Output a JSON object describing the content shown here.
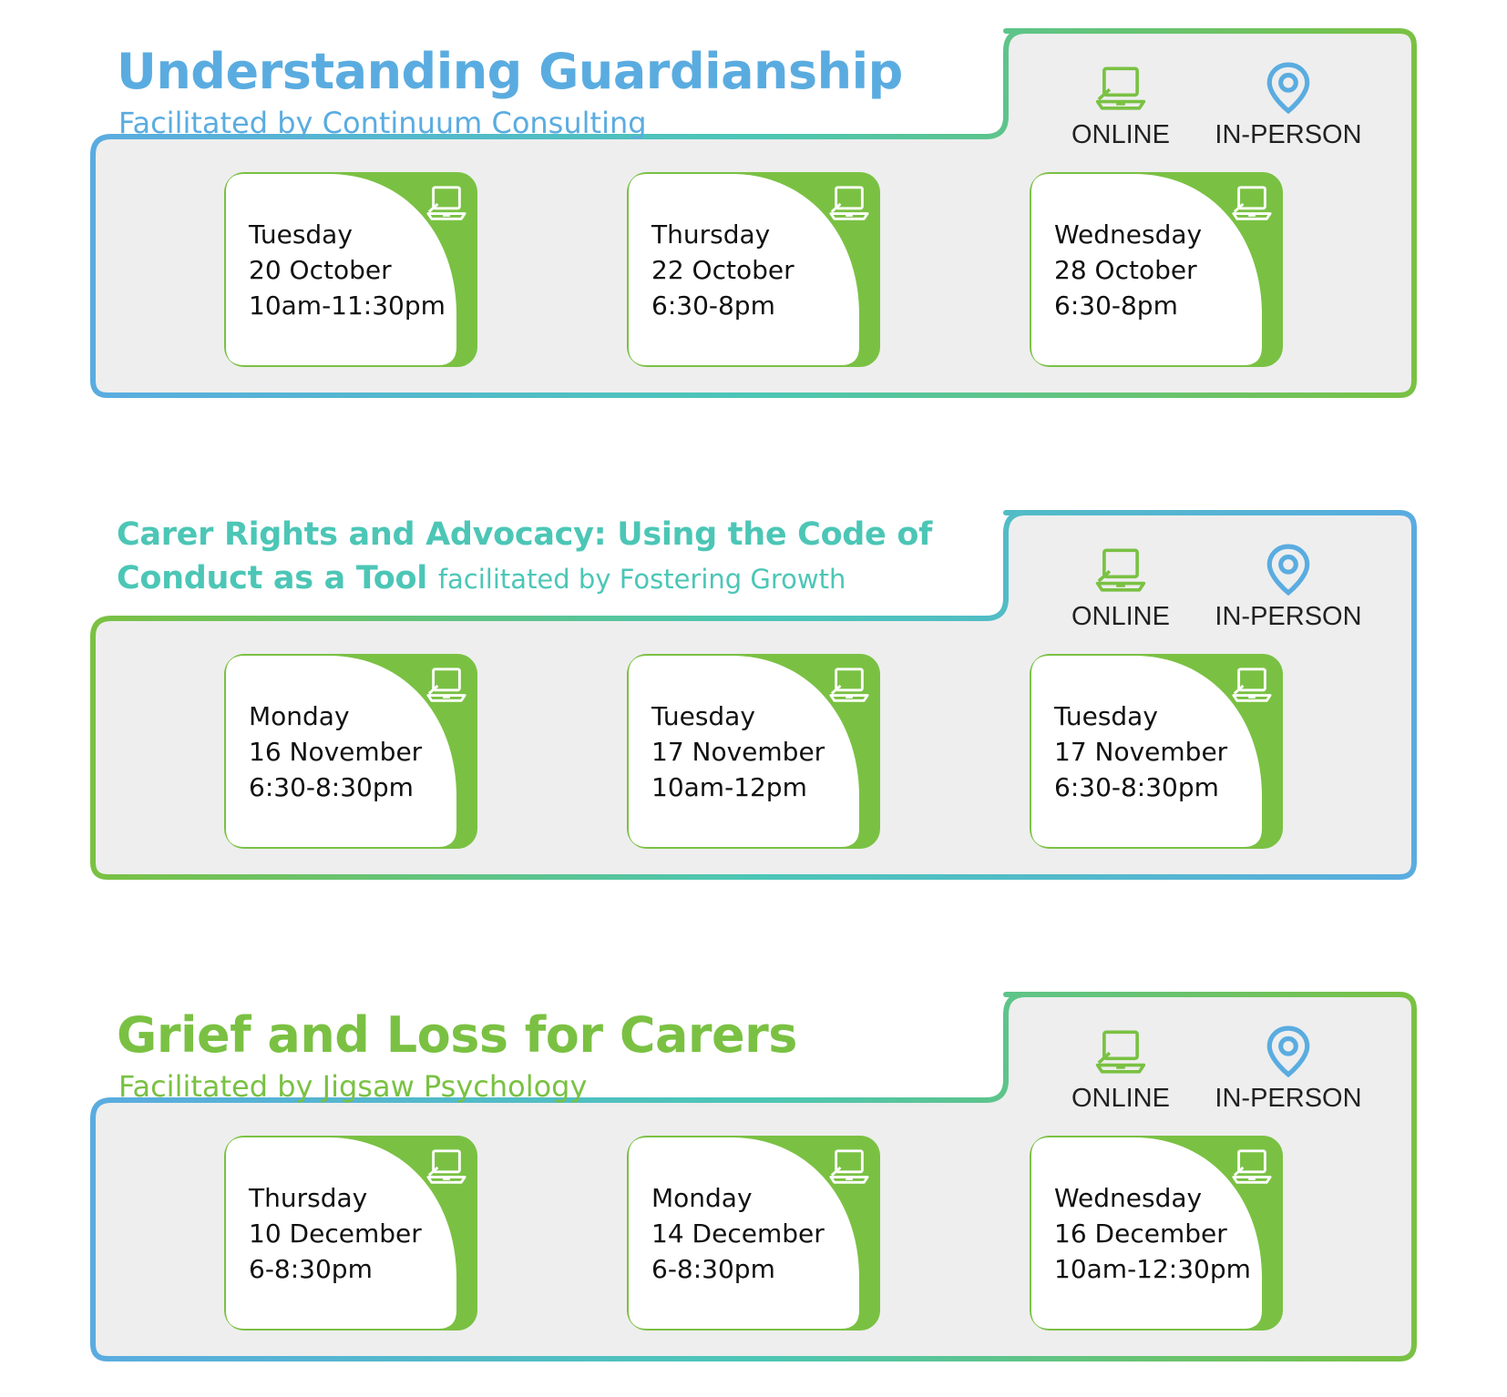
{
  "colors": {
    "blue": "#5aace0",
    "teal": "#4cc6b6",
    "green": "#7ac143",
    "panel": "#eeeeee"
  },
  "modes": {
    "online_label": "ONLINE",
    "inperson_label": "IN-PERSON",
    "online_icon": "laptop-icon",
    "inperson_icon": "location-pin-icon"
  },
  "sections": [
    {
      "title": "Understanding Guardianship",
      "subtitle": "Facilitated by Continuum Consulting",
      "sessions": [
        {
          "day": "Tuesday",
          "date": "20 October",
          "time": "10am-11:30pm"
        },
        {
          "day": "Thursday",
          "date": "22 October",
          "time": "6:30-8pm"
        },
        {
          "day": "Wednesday",
          "date": "28 October",
          "time": "6:30-8pm"
        }
      ]
    },
    {
      "title": "Carer Rights and Advocacy: Using the Code of Conduct as a Tool",
      "subtitle": "facilitated by Fostering Growth",
      "sessions": [
        {
          "day": "Monday",
          "date": "16 November",
          "time": "6:30-8:30pm"
        },
        {
          "day": "Tuesday",
          "date": "17 November",
          "time": "10am-12pm"
        },
        {
          "day": "Tuesday",
          "date": "17 November",
          "time": "6:30-8:30pm"
        }
      ]
    },
    {
      "title": "Grief and Loss for Carers",
      "subtitle": "Facilitated by Jigsaw Psychology",
      "sessions": [
        {
          "day": "Thursday",
          "date": "10 December",
          "time": "6-8:30pm"
        },
        {
          "day": "Monday",
          "date": "14 December",
          "time": "6-8:30pm"
        },
        {
          "day": "Wednesday",
          "date": "16 December",
          "time": "10am-12:30pm"
        }
      ]
    }
  ]
}
